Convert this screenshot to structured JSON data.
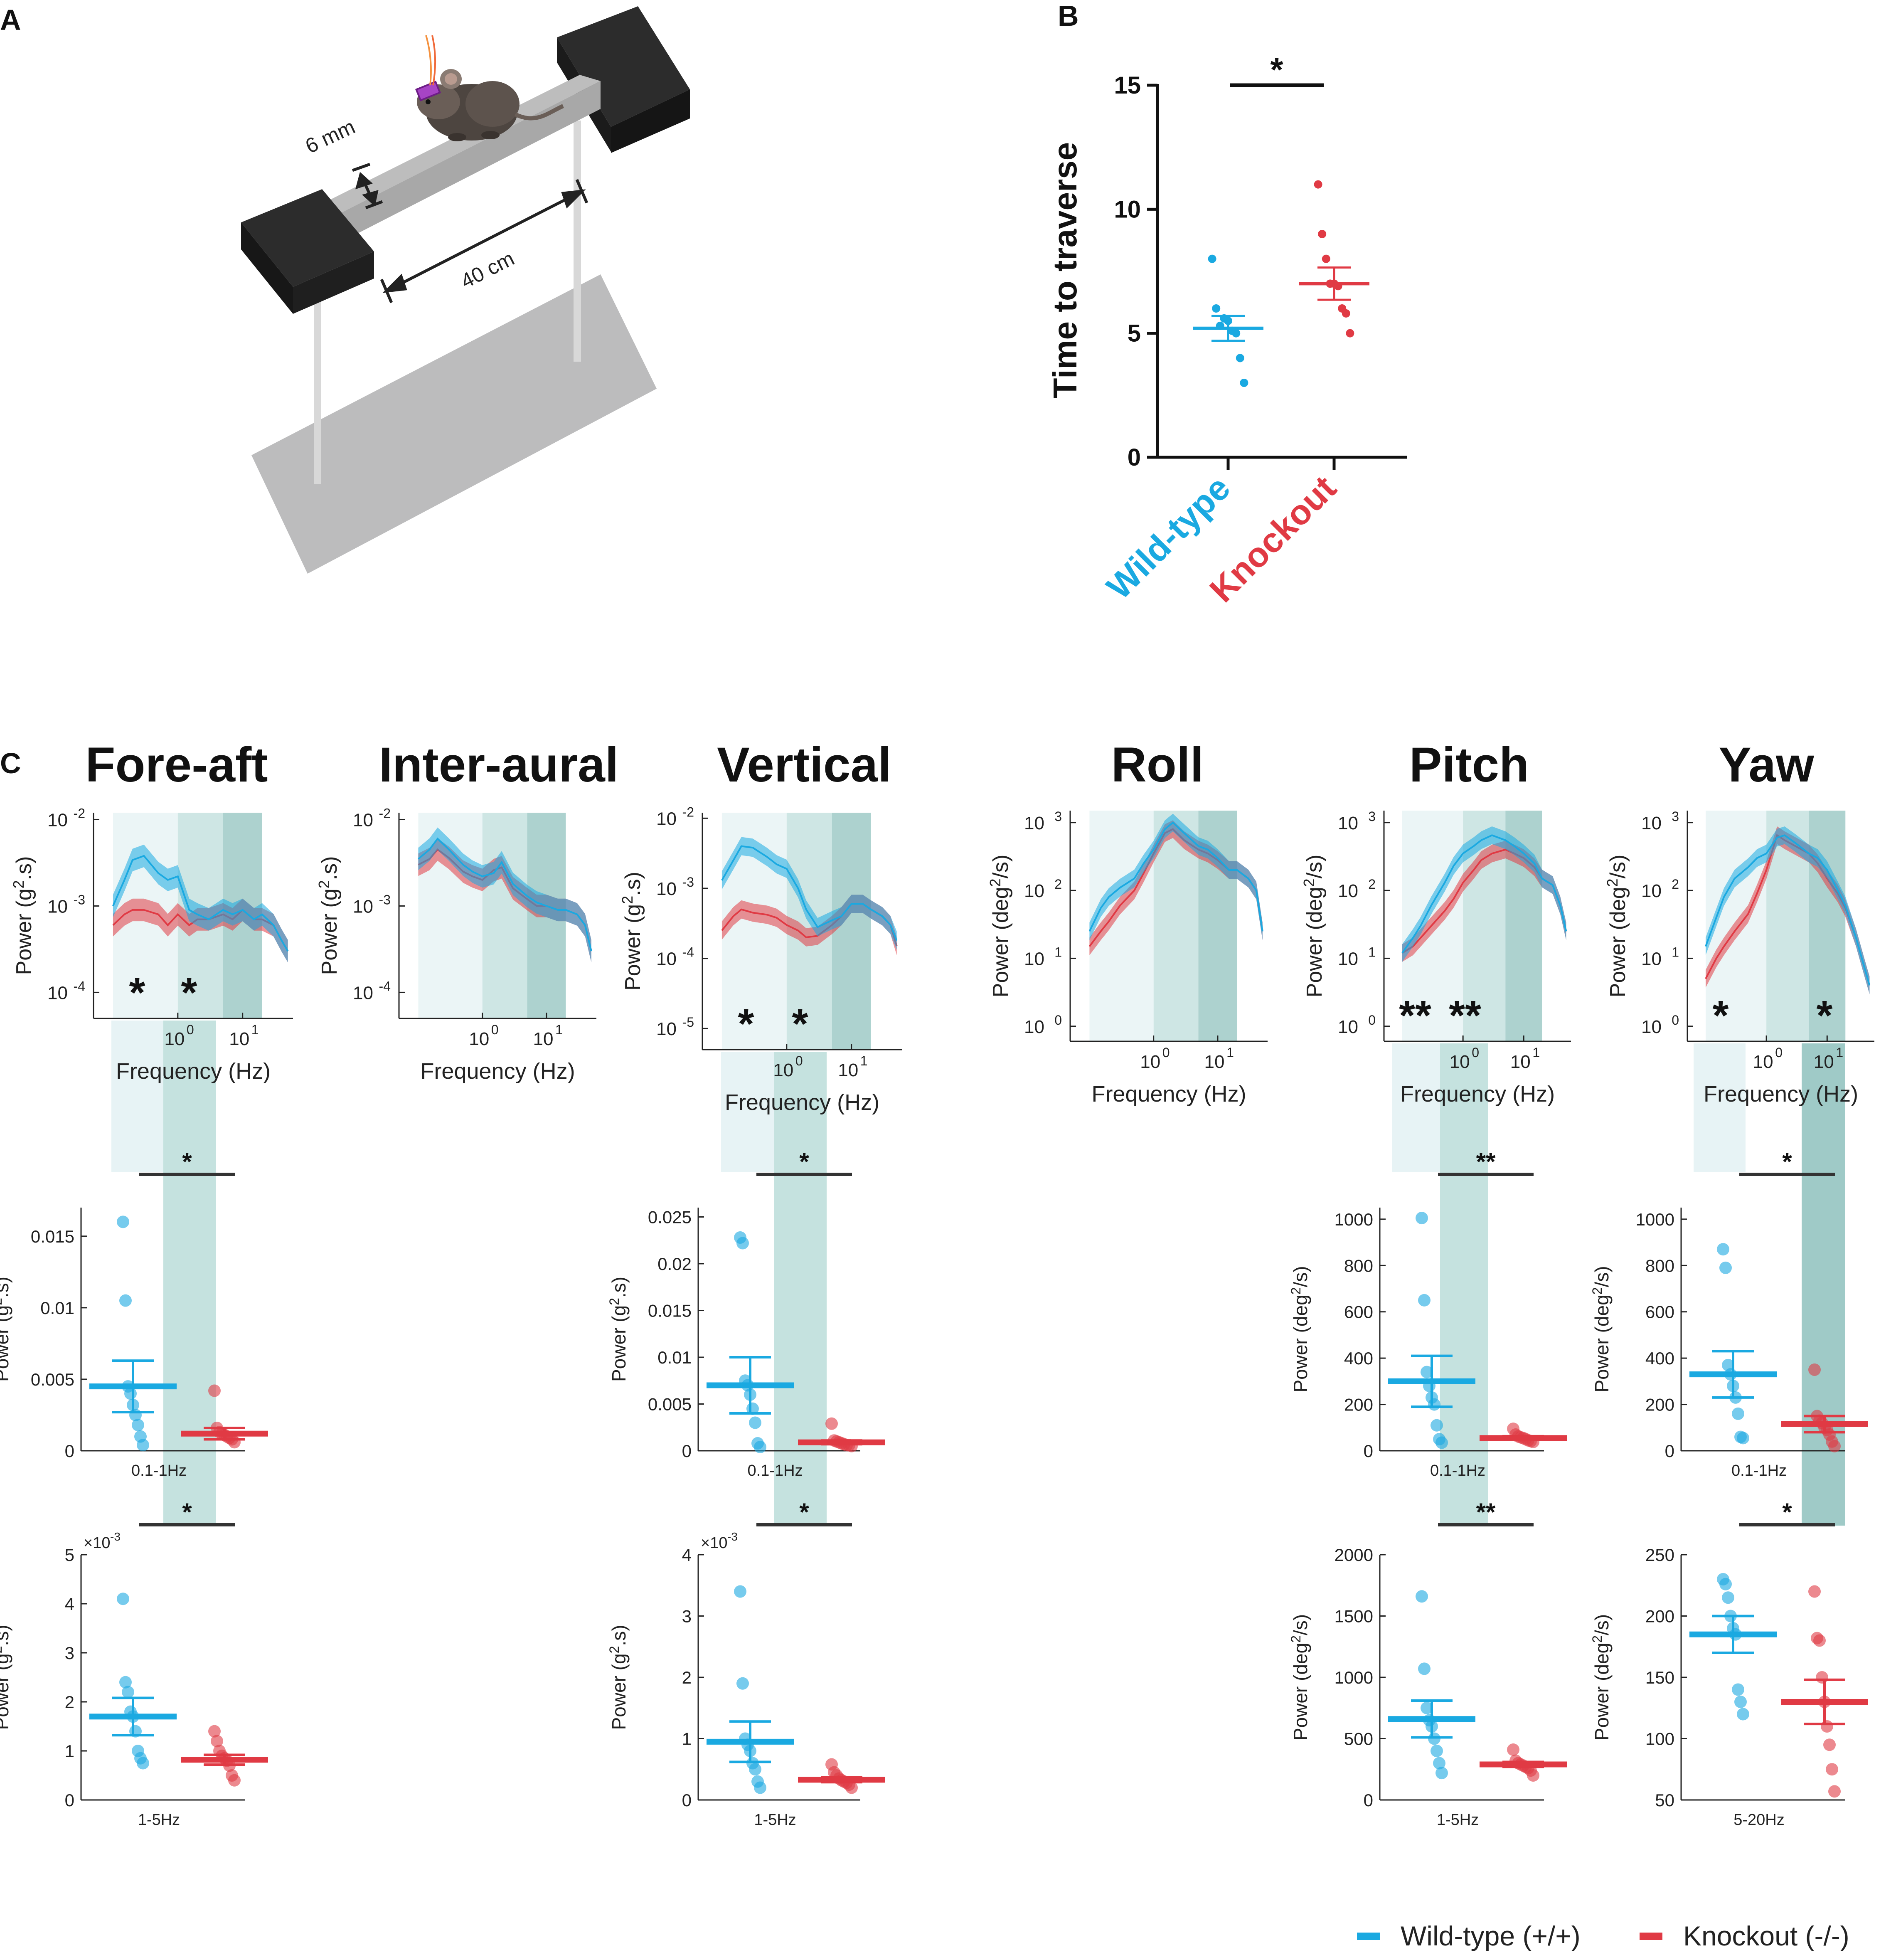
{
  "colors": {
    "wildtype": "#1aa9e1",
    "knockout": "#e03a44",
    "band_light": "#e7f3f5",
    "band_mid": "#c5e2df",
    "band_dark": "#9fcac7",
    "ink": "#111111"
  },
  "panels": {
    "a": {
      "letter": "A",
      "dim_width": "6 mm",
      "dim_length": "40 cm"
    },
    "b": {
      "letter": "B",
      "sig": "*",
      "ylabel": "Time to traverse",
      "yticks": [
        "0",
        "5",
        "10",
        "15"
      ],
      "groups": [
        "Wild-type",
        "Knockout"
      ]
    },
    "c": {
      "letter": "C"
    }
  },
  "titles": [
    "Fore-aft",
    "Inter-aural",
    "Vertical",
    "Roll",
    "Pitch",
    "Yaw"
  ],
  "spectrum": {
    "xlabel": "Frequency (Hz)",
    "ylabel_linear": "Power (g",
    "ylabel_linear_sup": "2",
    "ylabel_linear_end": ".s)",
    "ylabel_angular": "Power (deg",
    "ylabel_angular_sup": "2",
    "ylabel_angular_end": "/s)",
    "xtick_base": "10",
    "xtick_exps": [
      "0",
      "1"
    ],
    "ytick_sets": {
      "fore_aft": [
        "-2",
        "-3",
        "-4"
      ],
      "inter_aural": [
        "-2",
        "-3",
        "-4"
      ],
      "vertical": [
        "-2",
        "-3",
        "-4",
        "-5"
      ],
      "angular": [
        "3",
        "2",
        "1",
        "0"
      ]
    },
    "stars": {
      "fore_aft": [
        "*",
        "*"
      ],
      "vertical": [
        "*",
        "*"
      ],
      "pitch": [
        "**",
        "**"
      ],
      "yaw": [
        "*",
        "*"
      ]
    }
  },
  "legend": {
    "wildtype": "Wild-type (+/+)",
    "knockout": "Knockout (-/-)"
  },
  "chart_data": [
    {
      "id": "B",
      "type": "scatter",
      "ylabel": "Time to traverse",
      "categories": [
        "Wild-type",
        "Knockout"
      ],
      "ylim": [
        0,
        15
      ],
      "series": [
        {
          "name": "Wild-type",
          "values": [
            8,
            6,
            5.3,
            5.6,
            5.5,
            5.1,
            5,
            4,
            3
          ],
          "mean": 5.2,
          "sem": 0.5
        },
        {
          "name": "Knockout",
          "values": [
            11,
            9,
            8,
            7,
            7,
            6.9,
            6,
            5.8,
            5
          ],
          "mean": 7.0,
          "sem": 0.65
        }
      ],
      "significance": "*"
    },
    {
      "id": "C-spectra",
      "type": "line",
      "xlabel": "Frequency (Hz)",
      "x_scale": "log",
      "x_hz": [
        0.1,
        0.15,
        0.2,
        0.3,
        0.5,
        0.7,
        1,
        1.5,
        2,
        3,
        5,
        7,
        10,
        15,
        20,
        30,
        40,
        50
      ],
      "bands_hz": [
        [
          0.1,
          1
        ],
        [
          1,
          5
        ],
        [
          5,
          20
        ]
      ],
      "panels": [
        {
          "title": "Fore-aft",
          "ylim": [
            5e-05,
            0.012
          ],
          "wildtype": [
            0.001,
            0.002,
            0.0034,
            0.0038,
            0.0024,
            0.002,
            0.0022,
            0.0009,
            0.0008,
            0.0007,
            0.0009,
            0.0008,
            0.0009,
            0.0007,
            0.0008,
            0.0006,
            0.0004,
            0.0003
          ],
          "knockout": [
            0.0006,
            0.0008,
            0.0009,
            0.0009,
            0.0008,
            0.0006,
            0.0008,
            0.0006,
            0.0007,
            0.0007,
            0.0008,
            0.0007,
            0.0009,
            0.0007,
            0.0007,
            0.0006,
            0.0004,
            0.0003
          ]
        },
        {
          "title": "Inter-aural",
          "ylim": [
            5e-05,
            0.012
          ],
          "wildtype": [
            0.0035,
            0.0045,
            0.006,
            0.0045,
            0.003,
            0.0025,
            0.0022,
            0.0024,
            0.0032,
            0.0018,
            0.0013,
            0.0011,
            0.001,
            0.0009,
            0.0009,
            0.0008,
            0.0006,
            0.0003
          ],
          "knockout": [
            0.003,
            0.0035,
            0.0045,
            0.0036,
            0.0025,
            0.0022,
            0.002,
            0.0026,
            0.0028,
            0.0016,
            0.0012,
            0.001,
            0.001,
            0.0009,
            0.0009,
            0.0008,
            0.0006,
            0.0003
          ]
        },
        {
          "title": "Vertical",
          "ylim": [
            5e-06,
            0.012
          ],
          "wildtype": [
            0.0013,
            0.0025,
            0.004,
            0.0038,
            0.0028,
            0.0022,
            0.0019,
            0.001,
            0.0005,
            0.00028,
            0.00035,
            0.0004,
            0.0006,
            0.0006,
            0.0005,
            0.0004,
            0.0003,
            0.00018
          ],
          "knockout": [
            0.00025,
            0.0004,
            0.0005,
            0.00045,
            0.00042,
            0.00038,
            0.0003,
            0.00025,
            0.0002,
            0.00021,
            0.0003,
            0.0004,
            0.0006,
            0.0006,
            0.0005,
            0.0004,
            0.0003,
            0.00015
          ]
        },
        {
          "title": "Roll",
          "ylim": [
            0.6,
            1500
          ],
          "wildtype": [
            25,
            55,
            80,
            110,
            150,
            250,
            400,
            800,
            1000,
            700,
            450,
            400,
            300,
            200,
            200,
            150,
            100,
            25
          ],
          "knockout": [
            15,
            25,
            35,
            60,
            100,
            180,
            350,
            700,
            800,
            550,
            400,
            350,
            280,
            200,
            200,
            150,
            100,
            25
          ]
        },
        {
          "title": "Pitch",
          "ylim": [
            0.6,
            1500
          ],
          "wildtype": [
            12,
            20,
            30,
            60,
            130,
            230,
            350,
            450,
            550,
            650,
            550,
            450,
            350,
            250,
            150,
            120,
            60,
            25
          ],
          "knockout": [
            12,
            15,
            20,
            30,
            50,
            75,
            130,
            200,
            280,
            350,
            400,
            350,
            300,
            220,
            150,
            120,
            60,
            25
          ]
        },
        {
          "title": "Yaw",
          "ylim": [
            0.6,
            1500
          ],
          "wildtype": [
            15,
            40,
            80,
            150,
            220,
            300,
            350,
            600,
            650,
            500,
            350,
            300,
            200,
            100,
            60,
            20,
            8,
            4
          ],
          "knockout": [
            5,
            10,
            15,
            25,
            45,
            90,
            200,
            650,
            550,
            450,
            350,
            250,
            150,
            90,
            55,
            20,
            8,
            4
          ]
        }
      ]
    },
    {
      "id": "C-band-power",
      "type": "scatter",
      "panels": [
        {
          "col": "Fore-aft",
          "band": "0.1-1Hz",
          "sig": "*",
          "ylim": [
            0,
            0.017
          ],
          "yticks": [
            "0",
            "0.005",
            "0.01",
            "0.015"
          ],
          "ytick_vals": [
            0,
            0.005,
            0.01,
            0.015
          ],
          "wildtype": {
            "values": [
              0.016,
              0.0105,
              0.0045,
              0.004,
              0.0032,
              0.0025,
              0.0018,
              0.001,
              0.0004
            ],
            "mean": 0.0045,
            "sem": 0.0018
          },
          "knockout": {
            "values": [
              0.0042,
              0.0016,
              0.0013,
              0.0012,
              0.0011,
              0.001,
              0.0009,
              0.0008,
              0.0006
            ],
            "mean": 0.0012,
            "sem": 0.0004
          }
        },
        {
          "col": "Vertical",
          "band": "0.1-1Hz",
          "sig": "*",
          "ylim": [
            0,
            0.026
          ],
          "yticks": [
            "0",
            "0.005",
            "0.01",
            "0.015",
            "0.02",
            "0.025"
          ],
          "ytick_vals": [
            0,
            0.005,
            0.01,
            0.015,
            0.02,
            0.025
          ],
          "wildtype": {
            "values": [
              0.0228,
              0.0222,
              0.0075,
              0.007,
              0.006,
              0.0045,
              0.003,
              0.0008,
              0.0004
            ],
            "mean": 0.007,
            "sem": 0.003
          },
          "knockout": {
            "values": [
              0.0029,
              0.0011,
              0.001,
              0.0009,
              0.0008,
              0.0007,
              0.0006,
              0.0006,
              0.0005
            ],
            "mean": 0.0009,
            "sem": 0.0002
          }
        },
        {
          "col": "Pitch",
          "band": "0.1-1Hz",
          "sig": "**",
          "ylim": [
            0,
            1050
          ],
          "yticks": [
            "0",
            "200",
            "400",
            "600",
            "800",
            "1000"
          ],
          "ytick_vals": [
            0,
            200,
            400,
            600,
            800,
            1000
          ],
          "wildtype": {
            "values": [
              1005,
              650,
              340,
              280,
              230,
              200,
              110,
              50,
              35
            ],
            "mean": 300,
            "sem": 110
          },
          "knockout": {
            "values": [
              95,
              70,
              62,
              58,
              55,
              50,
              45,
              42,
              38
            ],
            "mean": 55,
            "sem": 8
          }
        },
        {
          "col": "Yaw",
          "band": "0.1-1Hz",
          "sig": "*",
          "ylim": [
            0,
            1050
          ],
          "yticks": [
            "0",
            "200",
            "400",
            "600",
            "800",
            "1000"
          ],
          "ytick_vals": [
            0,
            200,
            400,
            600,
            800,
            1000
          ],
          "wildtype": {
            "values": [
              870,
              790,
              370,
              330,
              280,
              230,
              160,
              60,
              55
            ],
            "mean": 330,
            "sem": 100
          },
          "knockout": {
            "values": [
              350,
              150,
              130,
              120,
              100,
              90,
              70,
              40,
              20
            ],
            "mean": 115,
            "sem": 35
          }
        },
        {
          "col": "Fore-aft",
          "band": "1-5Hz",
          "sig": "*",
          "ylim": [
            0,
            5
          ],
          "yticks": [
            "0",
            "1",
            "2",
            "3",
            "4",
            "5"
          ],
          "ytick_vals": [
            0,
            1,
            2,
            3,
            4,
            5
          ],
          "scale_note": "×10",
          "scale_exp": "-3",
          "wildtype": {
            "values": [
              4.1,
              2.4,
              2.2,
              1.8,
              1.7,
              1.4,
              1.0,
              0.85,
              0.75
            ],
            "mean": 1.7,
            "sem": 0.38
          },
          "knockout": {
            "values": [
              1.4,
              1.2,
              1.0,
              0.9,
              0.85,
              0.8,
              0.7,
              0.5,
              0.4
            ],
            "mean": 0.82,
            "sem": 0.1
          }
        },
        {
          "col": "Vertical",
          "band": "1-5Hz",
          "sig": "*",
          "ylim": [
            0,
            4
          ],
          "yticks": [
            "0",
            "1",
            "2",
            "3",
            "4"
          ],
          "ytick_vals": [
            0,
            1,
            2,
            3,
            4
          ],
          "scale_note": "×10",
          "scale_exp": "-3",
          "wildtype": {
            "values": [
              3.4,
              1.9,
              1.0,
              0.9,
              0.8,
              0.6,
              0.5,
              0.3,
              0.2
            ],
            "mean": 0.95,
            "sem": 0.33
          },
          "knockout": {
            "values": [
              0.58,
              0.45,
              0.4,
              0.35,
              0.32,
              0.3,
              0.28,
              0.25,
              0.2
            ],
            "mean": 0.33,
            "sem": 0.04
          }
        },
        {
          "col": "Pitch",
          "band": "1-5Hz",
          "sig": "**",
          "ylim": [
            0,
            2000
          ],
          "yticks": [
            "0",
            "500",
            "1000",
            "1500",
            "2000"
          ],
          "ytick_vals": [
            0,
            500,
            1000,
            1500,
            2000
          ],
          "wildtype": {
            "values": [
              1660,
              1070,
              750,
              650,
              600,
              500,
              400,
              300,
              220
            ],
            "mean": 660,
            "sem": 150
          },
          "knockout": {
            "values": [
              410,
              320,
              300,
              290,
              280,
              270,
              260,
              240,
              200
            ],
            "mean": 290,
            "sem": 20
          }
        },
        {
          "col": "Yaw",
          "band": "5-20Hz",
          "sig": "*",
          "ylim": [
            50,
            250
          ],
          "yticks": [
            "50",
            "100",
            "150",
            "200",
            "250"
          ],
          "ytick_vals": [
            50,
            100,
            150,
            200,
            250
          ],
          "wildtype": {
            "values": [
              230,
              226,
              215,
              200,
              190,
              185,
              140,
              130,
              120
            ],
            "mean": 185,
            "sem": 15
          },
          "knockout": {
            "values": [
              220,
              182,
              180,
              150,
              130,
              110,
              95,
              75,
              57
            ],
            "mean": 130,
            "sem": 18
          }
        }
      ]
    }
  ]
}
